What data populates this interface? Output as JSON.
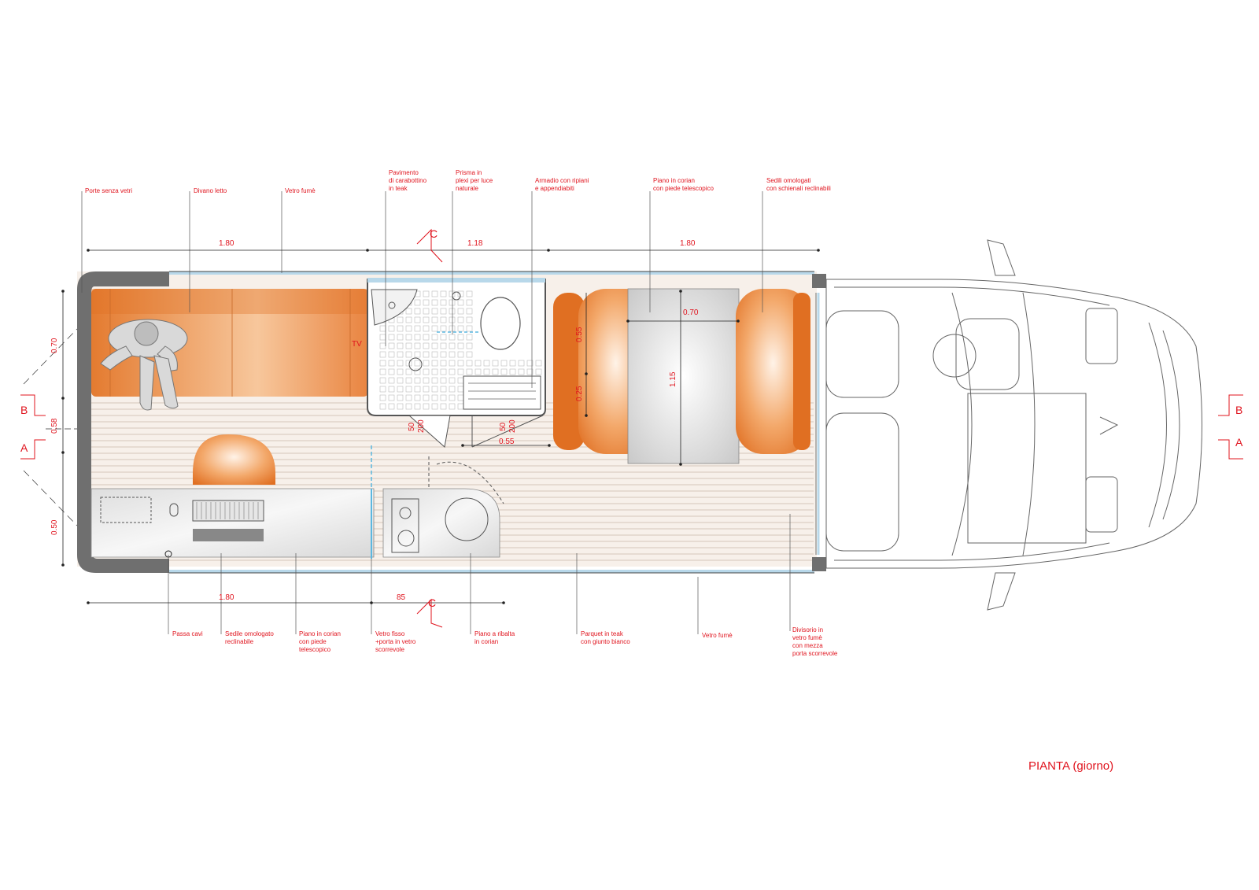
{
  "title": "PIANTA (giorno)",
  "labels_top": [
    "Porte senza vetri",
    "Divano letto",
    "Vetro fumè",
    "Pavimento di carabottino in teak",
    "Prisma in plexi per luce naturale",
    "Armadio con ripiani e appendiabiti",
    "Piano in corian con piede telescopico",
    "Sedili omologati con schienali reclinabili"
  ],
  "labels_top_lines": [
    [
      "Porte senza vetri"
    ],
    [
      "Divano letto"
    ],
    [
      "Vetro fumè"
    ],
    [
      "Pavimento",
      "di carabottino",
      "in teak"
    ],
    [
      "Prisma in",
      "plexi per luce",
      "naturale"
    ],
    [
      "Armadio con ripiani",
      "e appendiabiti"
    ],
    [
      "Piano in corian",
      "con piede telescopico"
    ],
    [
      "Sedili omologati",
      "con schienali reclinabili"
    ]
  ],
  "labels_bottom_lines": [
    [
      "Passa cavi"
    ],
    [
      "Sedile omologato",
      "reclinabile"
    ],
    [
      "Piano in corian",
      "con piede",
      "telescopico"
    ],
    [
      "Vetro fisso",
      "+porta in vetro",
      "scorrevole"
    ],
    [
      "Piano a ribalta",
      "in corian"
    ],
    [
      "Parquet in teak",
      "con giunto  bianco"
    ],
    [
      "Vetro fumè"
    ],
    [
      "Divisorio in",
      "vetro fumè",
      "con mezza",
      "porta scorrevole"
    ]
  ],
  "dimensions": {
    "top": [
      "1.80",
      "1.18",
      "1.80"
    ],
    "bottom": [
      "1.80",
      "85"
    ],
    "left": [
      "0.70",
      "0.58",
      "0.50"
    ],
    "table_width": "0.70",
    "table_length": "1.15",
    "bench_upper": "0.55",
    "bench_lower": "0.25",
    "aisle": "0.55",
    "door_left": [
      "50",
      "200"
    ],
    "door_right": [
      "50",
      "200"
    ]
  },
  "section_marks": [
    "A",
    "B",
    "C"
  ],
  "tv_label": "TV",
  "colors": {
    "annotation": "#e0141e",
    "upholstery": "#e77a2e",
    "floor": "#f7f0ea"
  }
}
